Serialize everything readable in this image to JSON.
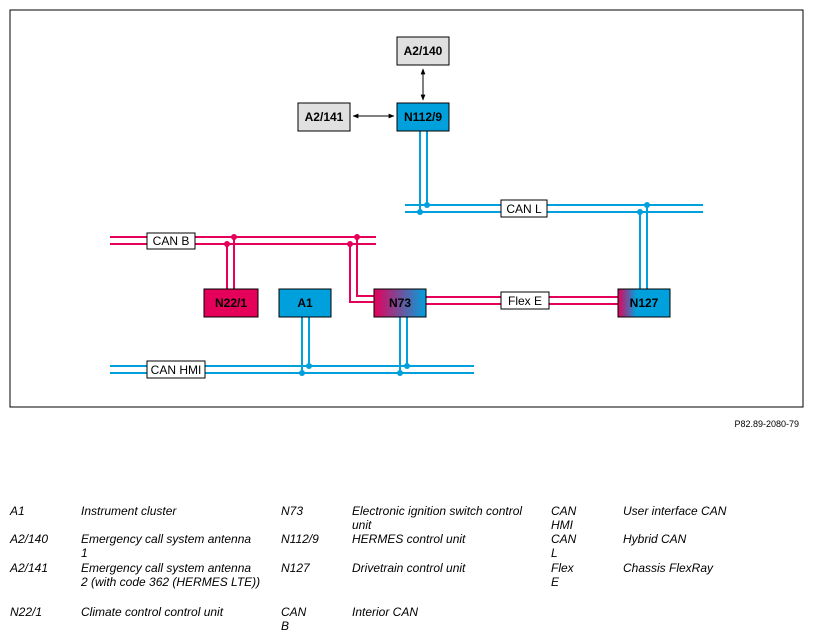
{
  "diagram": {
    "nodes": {
      "a2_140": {
        "label": "A2/140",
        "color": "#e0e0e0"
      },
      "a2_141": {
        "label": "A2/141",
        "color": "#e0e0e0"
      },
      "n112_9": {
        "label": "N112/9",
        "color": "#00a0dc"
      },
      "n22_1": {
        "label": "N22/1",
        "color": "#e5005a"
      },
      "a1": {
        "label": "A1",
        "color": "#00a0dc"
      },
      "n73": {
        "label": "N73",
        "gradient": [
          "#e5005a",
          "#00a0dc"
        ]
      },
      "n127": {
        "label": "N127",
        "gradient": [
          "#e5005a",
          "#00a0dc"
        ]
      }
    },
    "bus_labels": {
      "can_l": "CAN L",
      "can_b": "CAN B",
      "flex_e": "Flex E",
      "can_hmi": "CAN HMI"
    },
    "colors": {
      "cyan": "#00a0dc",
      "magenta": "#e5005a"
    }
  },
  "reference": "P82.89-2080-79",
  "legend": [
    {
      "code": "A1",
      "desc": "Instrument cluster"
    },
    {
      "code": "A2/140",
      "desc": "Emergency call system antenna 1"
    },
    {
      "code": "A2/141",
      "desc": "Emergency call system antenna 2 (with code 362 (HERMES LTE))"
    },
    {
      "code": "N22/1",
      "desc": "Climate control control unit"
    },
    {
      "code": "N73",
      "desc": "Electronic ignition switch control unit"
    },
    {
      "code": "N112/9",
      "desc": "HERMES control unit"
    },
    {
      "code": "N127",
      "desc": "Drivetrain control unit"
    },
    {
      "code": "CAN B",
      "desc": "Interior CAN"
    },
    {
      "code": "CAN HMI",
      "desc": "User interface CAN"
    },
    {
      "code": "CAN L",
      "desc": "Hybrid CAN"
    },
    {
      "code": "Flex E",
      "desc": "Chassis FlexRay"
    }
  ]
}
